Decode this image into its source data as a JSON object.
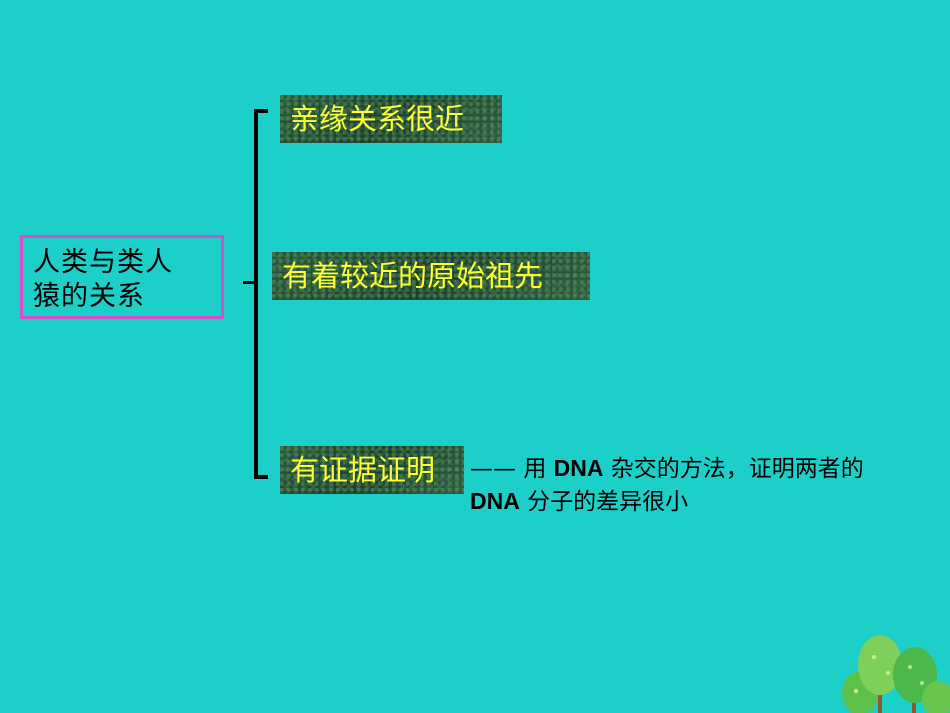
{
  "root": {
    "line1": "人类与类人",
    "line2": "猿的关系"
  },
  "branches": [
    {
      "label": "亲缘关系很近"
    },
    {
      "label": "有着较近的原始祖先"
    },
    {
      "label": "有证据证明"
    }
  ],
  "note": {
    "dash": "——",
    "part1": "用",
    "dna1": "DNA",
    "part2": "杂交的方法，证明两者的",
    "dna2": "DNA",
    "part3": "分子的差异很小"
  },
  "colors": {
    "background": "#1ccfc9",
    "root_border": "#d14fc9",
    "leaf_text": "#ffff33",
    "leaf_bg": "#1f4a35"
  },
  "decor": {
    "icon": "trees-icon"
  }
}
